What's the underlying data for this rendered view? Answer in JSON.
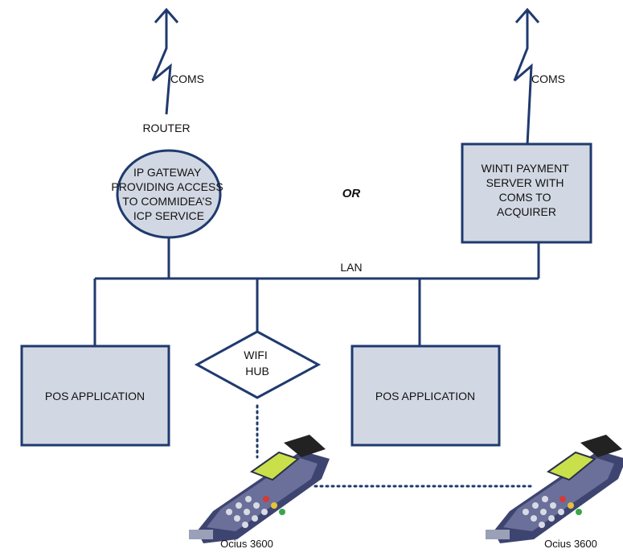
{
  "antenna_left": {
    "label": "COMS"
  },
  "antenna_right": {
    "label": "COMS"
  },
  "router": {
    "caption": "ROUTER",
    "lines": [
      "IP GATEWAY",
      "PROVIDING ACCESS",
      "TO COMMIDEA’S",
      "ICP SERVICE"
    ]
  },
  "separator": "OR",
  "payment_server": {
    "lines": [
      "WINTI PAYMENT",
      "SERVER WITH",
      "COMS TO",
      "ACQUIRER"
    ]
  },
  "network": {
    "label": "LAN"
  },
  "pos_left": {
    "label": "POS APPLICATION"
  },
  "pos_right": {
    "label": "POS APPLICATION"
  },
  "wifi_hub": {
    "lines": [
      "WIFI",
      "HUB"
    ]
  },
  "terminal_left": {
    "label": "Ocius 3600"
  },
  "terminal_right": {
    "label": "Ocius 3600"
  },
  "colors": {
    "line": "#1f3a6e",
    "box_fill": "#d2d8e3",
    "terminal_body": "#5a5f8a"
  }
}
